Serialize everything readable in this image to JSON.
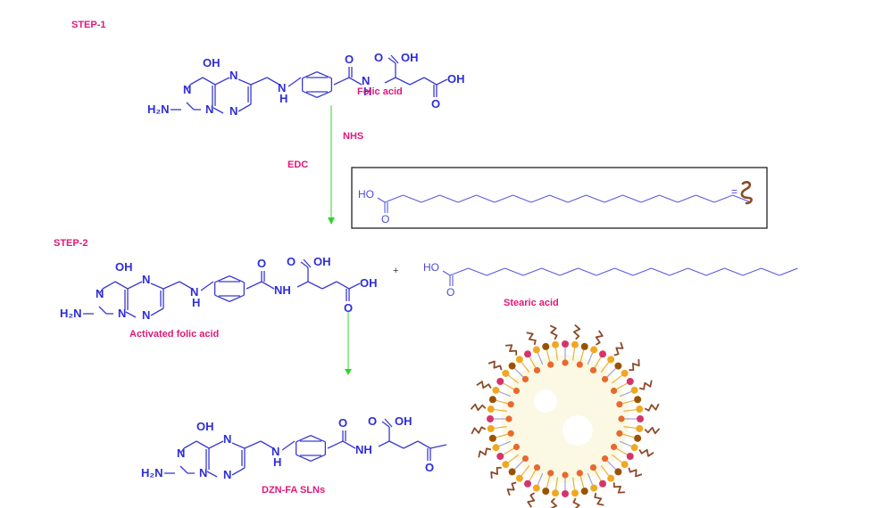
{
  "steps": {
    "step1": "STEP-1",
    "step2": "STEP-2"
  },
  "compounds": {
    "folic_acid": "Folic acid",
    "activated_folic_acid": "Activated folic acid",
    "stearic_acid": "Stearic acid",
    "product": "DZN-FA SLNs"
  },
  "reagents": {
    "nhs": "NHS",
    "edc": "EDC"
  },
  "atoms": {
    "oh": "OH",
    "n": "N",
    "h": "H",
    "nh": "NH",
    "h2n": "H₂N",
    "o": "O",
    "ho": "HO"
  },
  "legend": {
    "equals": "=",
    "symbol_meaning": "stearic-acid-chain"
  },
  "plus_sign": "+",
  "colors": {
    "label": "#e0177a",
    "structure": "#2d2dd8",
    "arrow": "#7ee57e",
    "tail": "#8b4a2a",
    "core": "#fbf8e4",
    "head_pink": "#d6336c",
    "head_yellow": "#f0a820",
    "head_brown": "#9a5200",
    "inner_orange": "#e8692e"
  }
}
